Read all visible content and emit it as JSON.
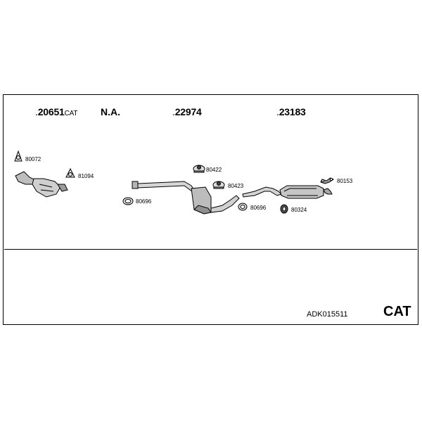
{
  "header": {
    "group1": {
      "prefix": ".",
      "number": "20651",
      "suffix": "CAT"
    },
    "group2": {
      "label": "N.A."
    },
    "group3": {
      "prefix": ".",
      "number": "22974"
    },
    "group4": {
      "prefix": ".",
      "number": "23183"
    }
  },
  "parts": {
    "p80072": "80072",
    "p81094": "81094",
    "p80696a": "80696",
    "p80422": "80422",
    "p80423": "80423",
    "p80696b": "80696",
    "p80153": "80153",
    "p80324": "80324"
  },
  "footer": {
    "reference": "ADK015511",
    "badge": "CAT"
  },
  "colors": {
    "line": "#000000",
    "part_fill": "#c8c8c8",
    "part_shade": "#8a8a8a"
  }
}
